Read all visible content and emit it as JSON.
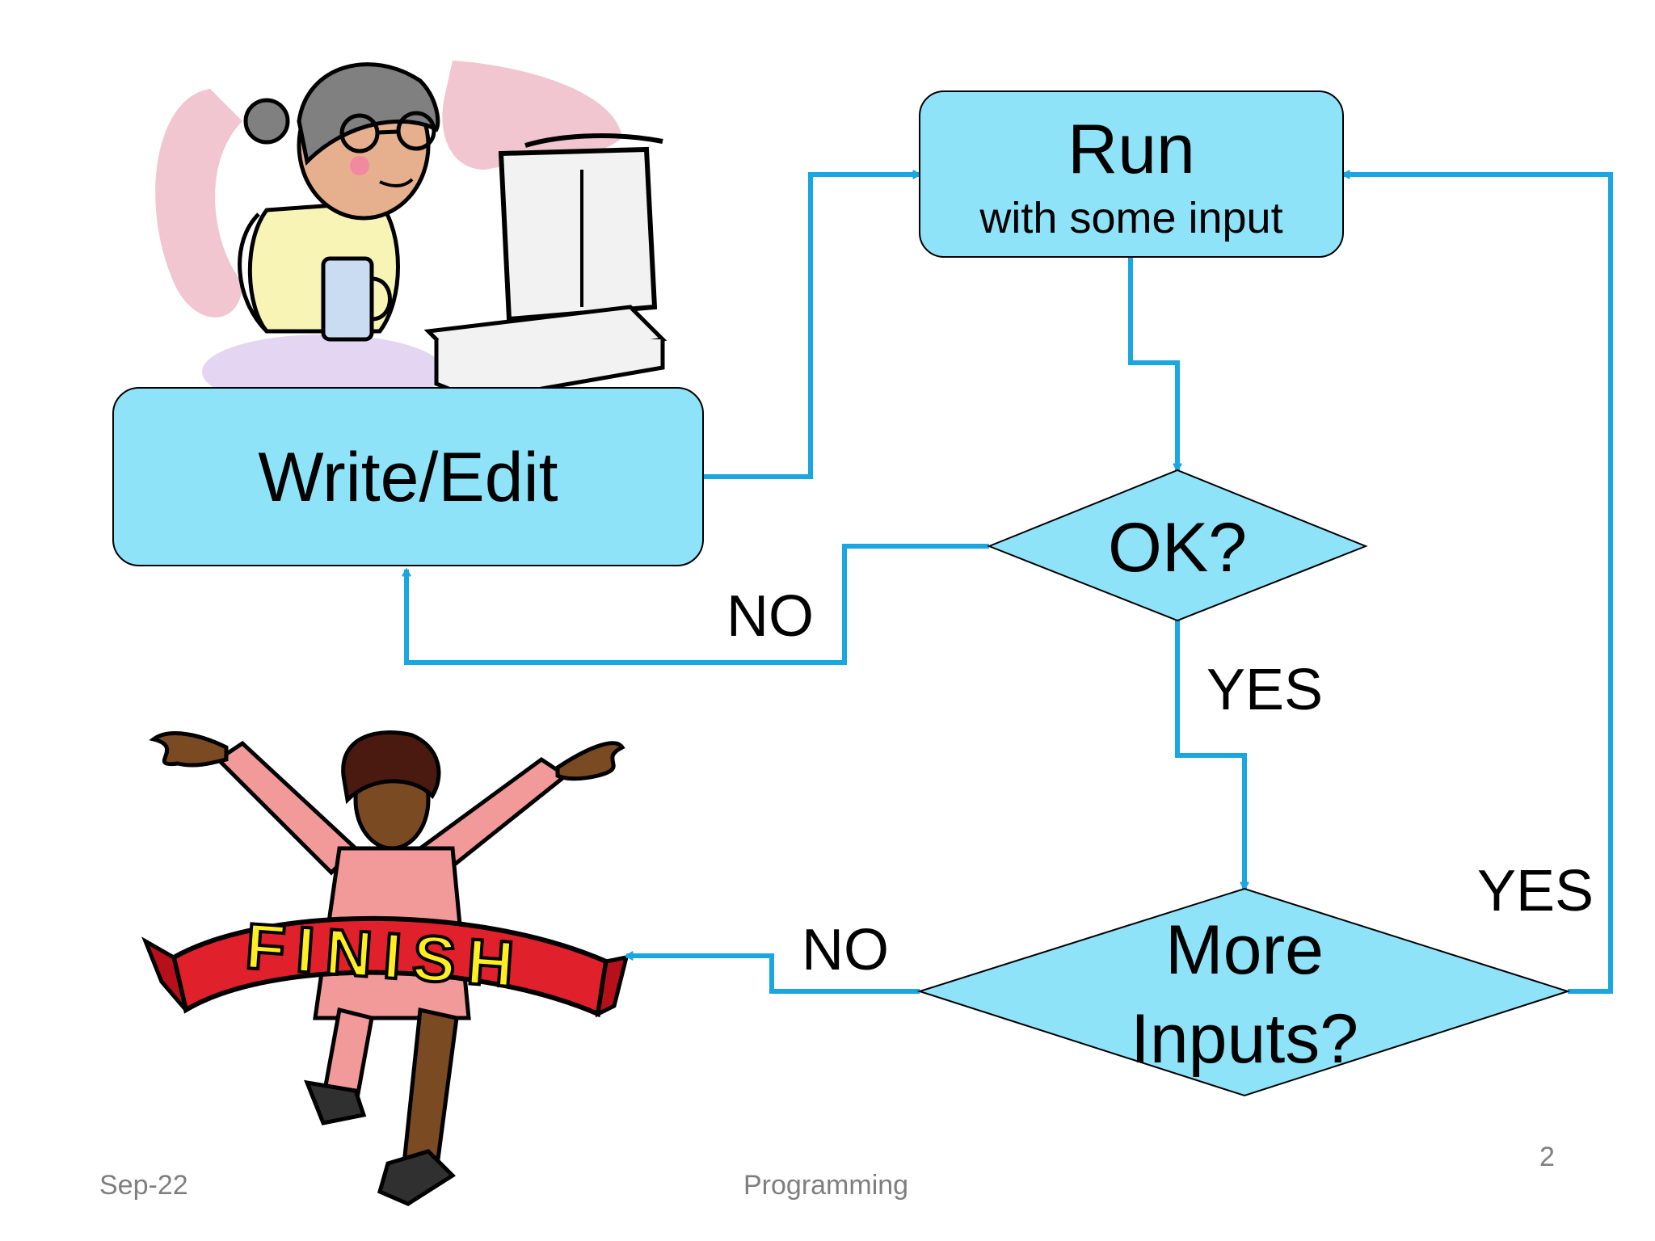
{
  "flowchart": {
    "write_edit": "Write/Edit",
    "run_title": "Run",
    "run_subtitle": "with some input",
    "ok_decision": "OK?",
    "more_inputs_line1": "More",
    "more_inputs_line2": "Inputs?",
    "ok_no_label": "NO",
    "ok_yes_label": "YES",
    "more_no_label": "NO",
    "more_yes_label": "YES",
    "finish_banner": "FINISH"
  },
  "footer": {
    "date": "Sep-22",
    "title": "Programming",
    "page_number": "2"
  },
  "colors": {
    "node_fill": "#8ee3f8",
    "connector": "#1aa6e0",
    "banner_red": "#e0202a",
    "banner_letters": "#ffee22"
  }
}
